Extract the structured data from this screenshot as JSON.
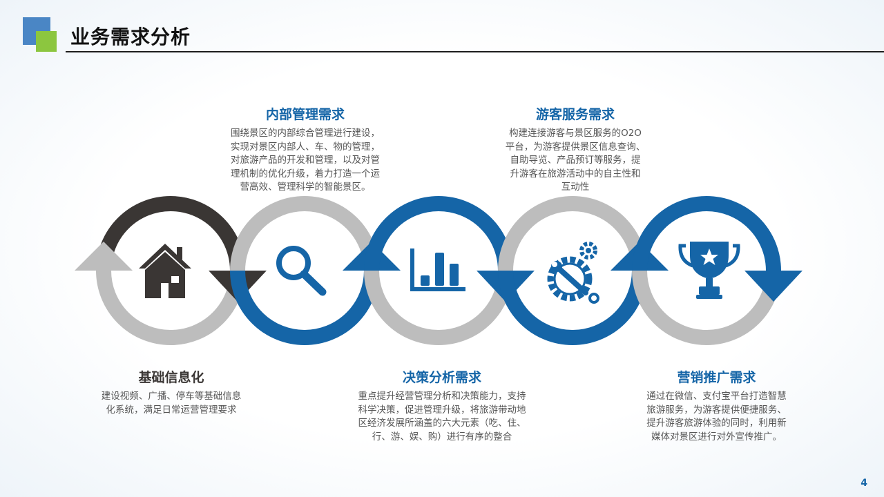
{
  "header": {
    "title": "业务需求分析"
  },
  "blocks": {
    "jichu": {
      "title": "基础信息化",
      "lines": [
        "建设视频、广播、停车等基础信息",
        "化系统，满足日常运营管理要求"
      ]
    },
    "neibu": {
      "title": "内部管理需求",
      "lines": [
        "围绕景区的内部综合管理进行建设，",
        "实现对景区内部人、车、物的管理，",
        "对旅游产品的开发和管理，以及对管",
        "理机制的优化升级，着力打造一个运",
        "营高效、管理科学的智能景区。"
      ]
    },
    "juece": {
      "title": "决策分析需求",
      "lines": [
        "重点提升经营管理分析和决策能力，支持",
        "科学决策，促进管理升级，将旅游带动地",
        "区经济发展所涵盖的六大元素（吃、住、",
        "行、游、娱、购）进行有序的整合"
      ]
    },
    "youke": {
      "title": "游客服务需求",
      "lines": [
        "构建连接游客与景区服务的O2O",
        "平台，为游客提供景区信息查询、",
        "自助导览、产品预订等服务，提",
        "升游客在旅游活动中的自主性和",
        "互动性"
      ]
    },
    "yingxiao": {
      "title": "营销推广需求",
      "lines": [
        "通过在微信、支付宝平台打造智慧",
        "旅游服务，为游客提供便捷服务、",
        "提升游客旅游体验的同时，利用新",
        "媒体对景区进行对外宣传推广。"
      ]
    }
  },
  "icons": [
    "house-icon",
    "magnifier-icon",
    "bar-chart-icon",
    "gear-wrench-icon",
    "trophy-icon"
  ],
  "colors": {
    "dark": "#3a3634",
    "gray": "#bdbdbd",
    "blue": "#1565a7",
    "green": "#8cc63f",
    "logo_blue": "#4a86c5"
  },
  "footer": {
    "page_number": "4"
  }
}
